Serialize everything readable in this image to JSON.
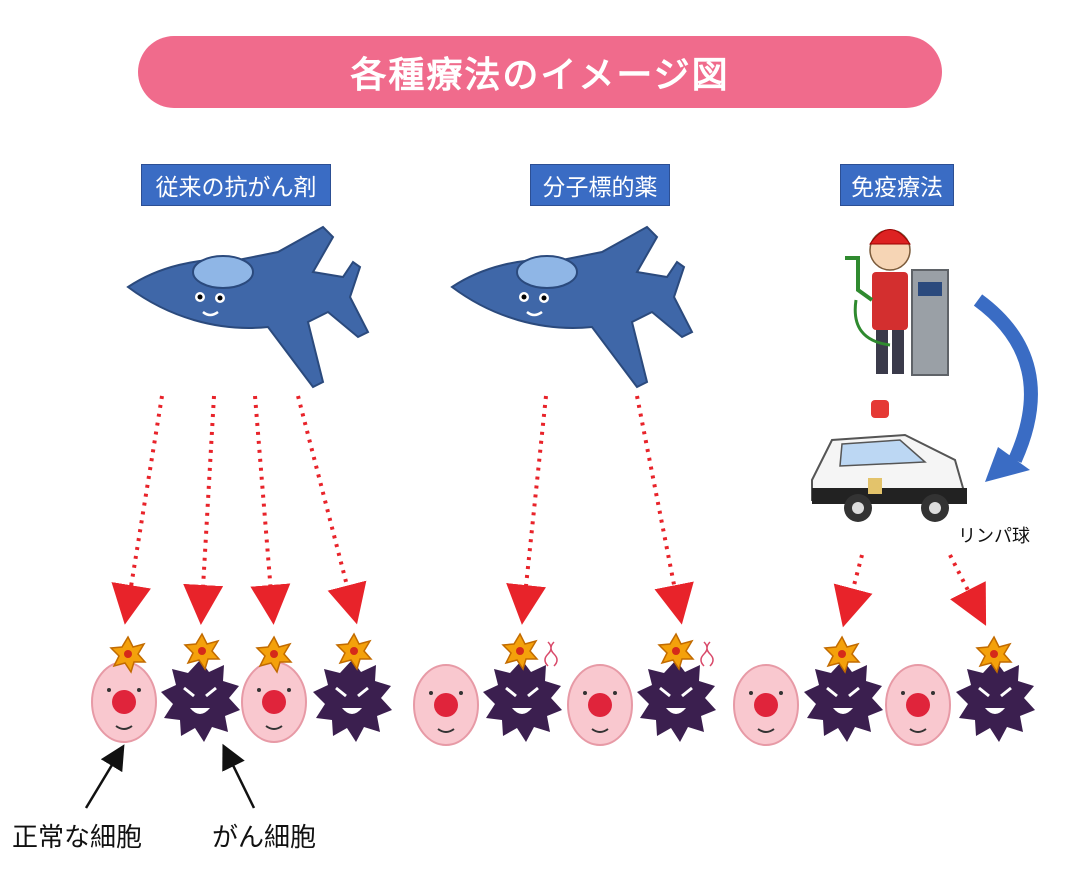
{
  "title": "各種療法のイメージ図",
  "therapies": {
    "chemo": {
      "label": "従来の抗がん剤"
    },
    "targeted": {
      "label": "分子標的薬"
    },
    "immuno": {
      "label": "免疫療法"
    }
  },
  "annotations": {
    "lymph": "リンパ球",
    "normal_cell": "正常な細胞",
    "cancer_cell": "がん細胞"
  },
  "colors": {
    "title_bg": "#f06b8c",
    "label_bg": "#3a6cc4",
    "arrow": "#e8232a",
    "normal_cell": "#f9c8cf",
    "cancer_cell": "#3b1f4f"
  }
}
